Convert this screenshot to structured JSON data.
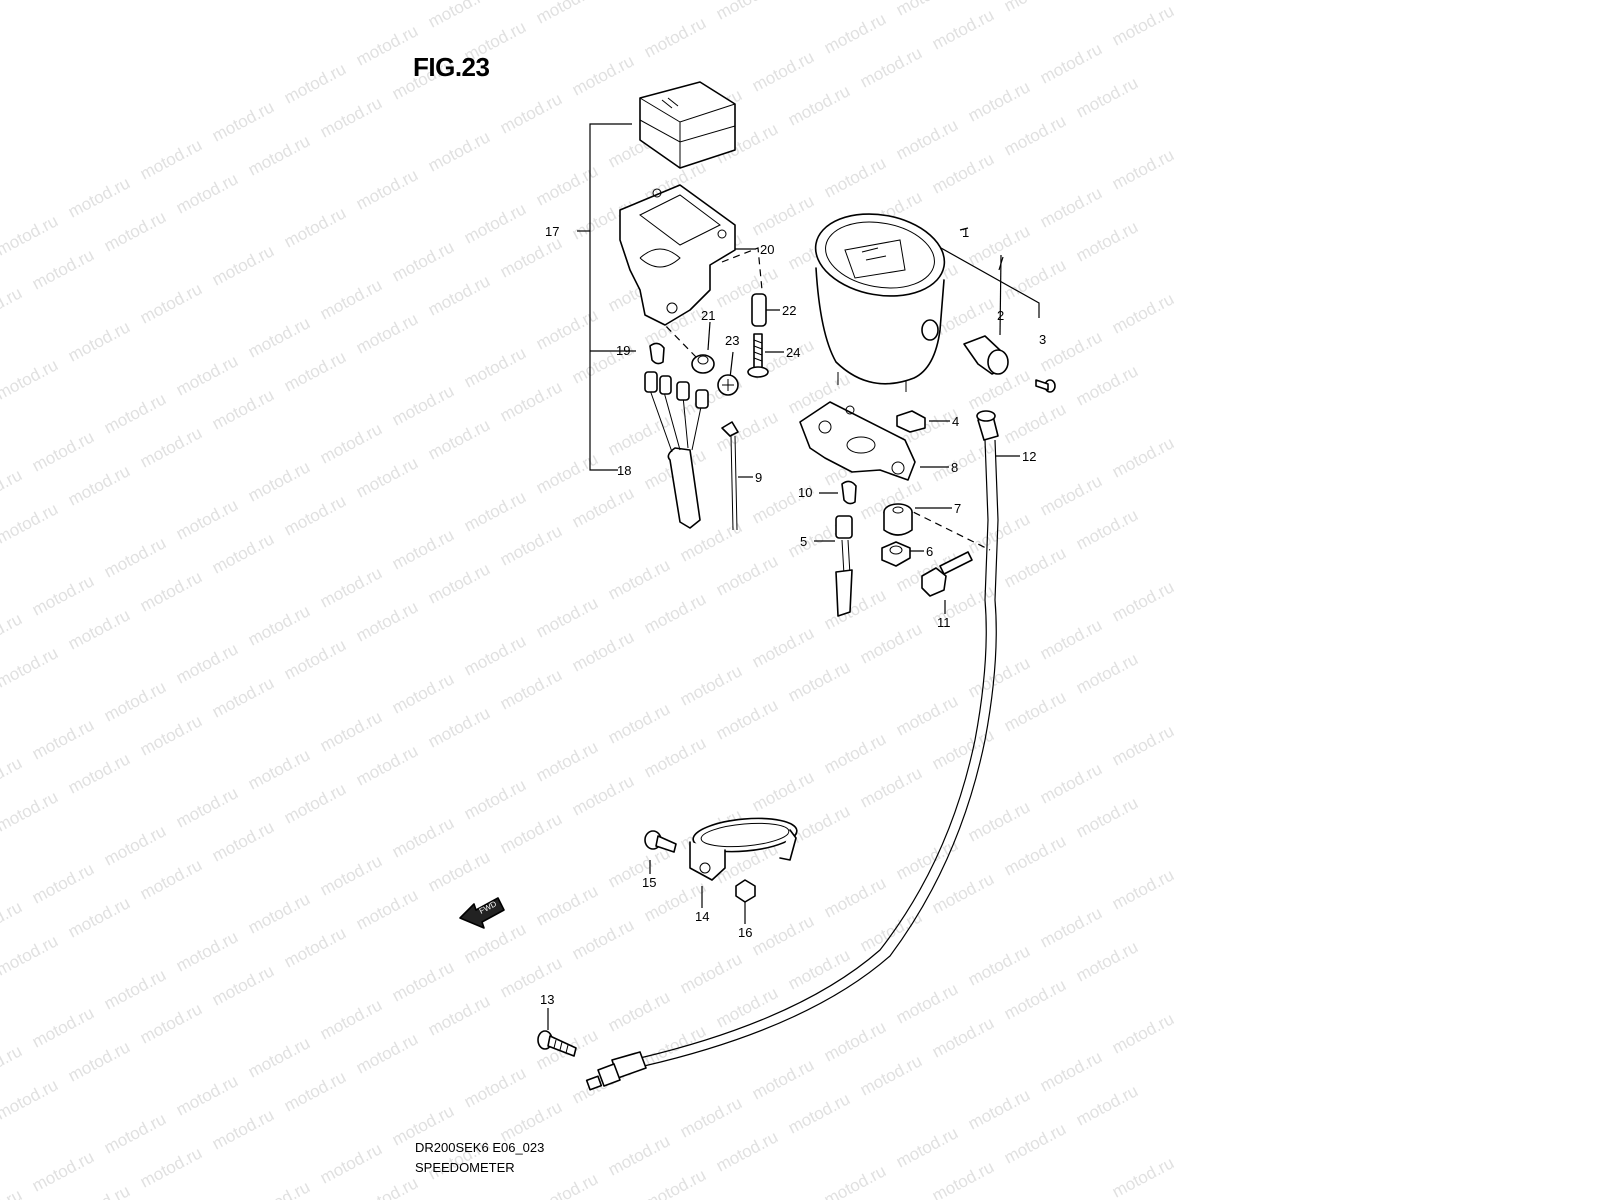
{
  "figure": {
    "title": "FIG.23",
    "code": "DR200SEK6 E06_023",
    "name": "SPEEDOMETER"
  },
  "watermark": "motod.ru",
  "fwd_label": "FWD",
  "callouts": [
    "1",
    "2",
    "3",
    "4",
    "5",
    "6",
    "7",
    "8",
    "9",
    "10",
    "11",
    "12",
    "13",
    "14",
    "15",
    "16",
    "17",
    "18",
    "19",
    "20",
    "21",
    "22",
    "23",
    "24"
  ],
  "colors": {
    "line": "#000000",
    "background": "#ffffff",
    "watermark": "#c8c8c8"
  }
}
